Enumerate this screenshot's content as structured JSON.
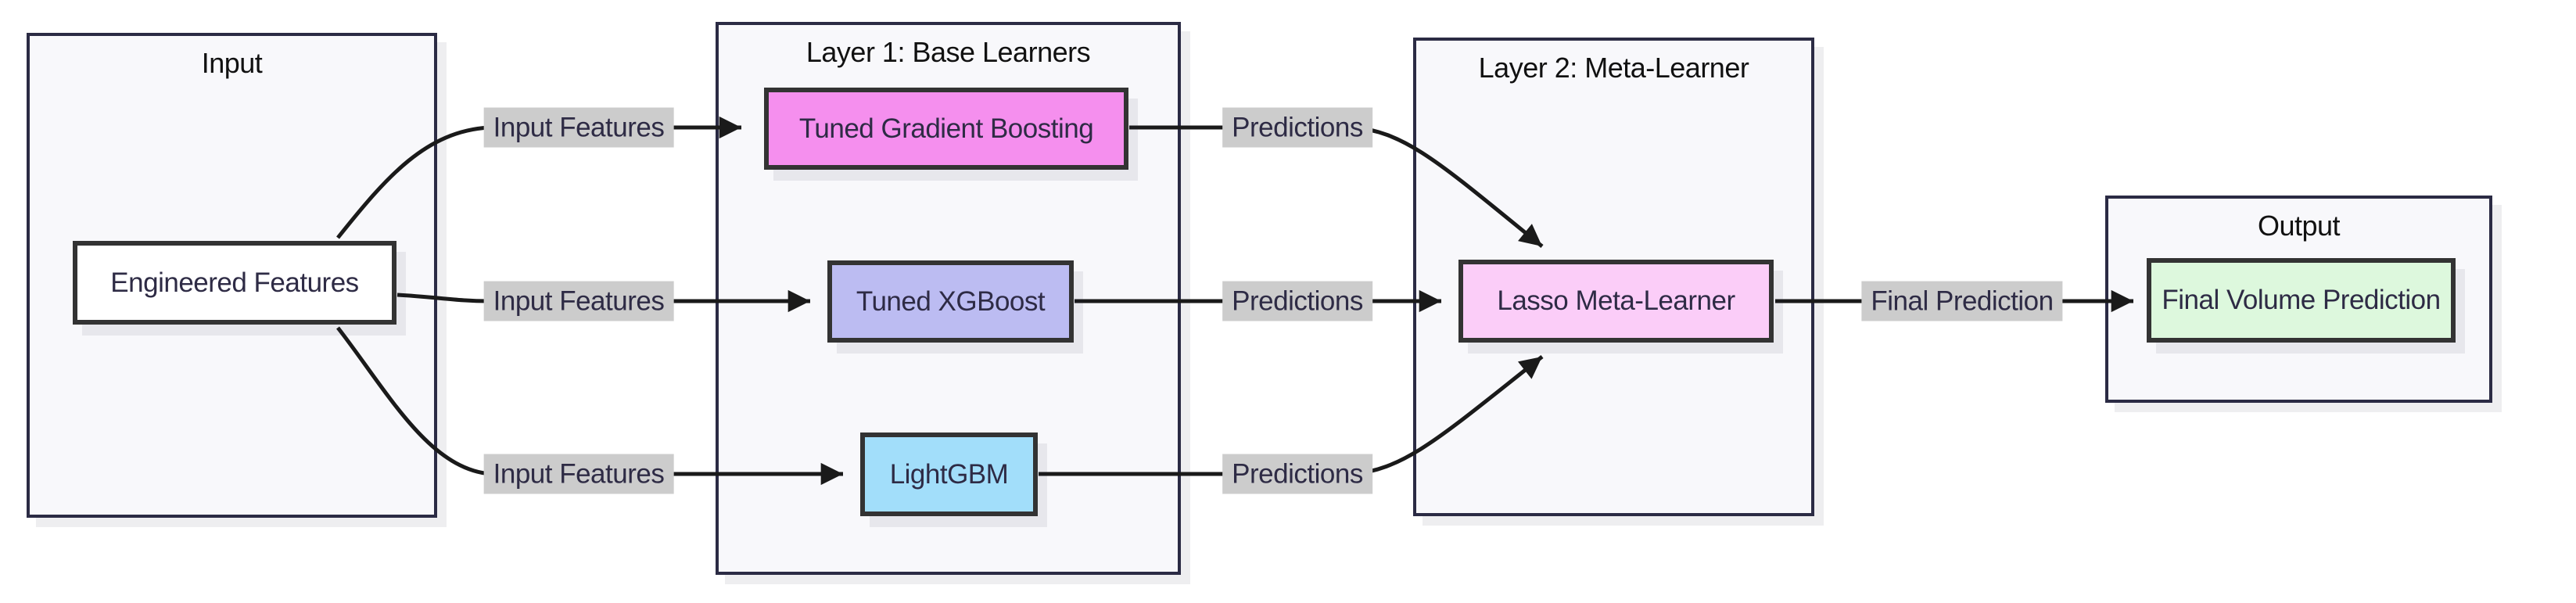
{
  "diagram": {
    "type": "flowchart-LR",
    "colors": {
      "page_bg": "#ffffff",
      "edge": "#1a1a1a",
      "edge_label_bg": "#cccccc",
      "node_border": "#333333",
      "node_text": "#2e2b45",
      "cluster_border": "#2b2b44",
      "cluster_fill": "#f8f8fb",
      "cluster_title_text": "#111111"
    },
    "clusters": {
      "input": {
        "title": "Input"
      },
      "layer1": {
        "title": "Layer 1: Base Learners"
      },
      "layer2": {
        "title": "Layer 2: Meta-Learner"
      },
      "output": {
        "title": "Output"
      }
    },
    "nodes": {
      "engineered_features": {
        "label": "Engineered Features",
        "fill": "#ffffff"
      },
      "tuned_gradient_boosting": {
        "label": "Tuned Gradient Boosting",
        "fill": "#f58fee"
      },
      "tuned_xgboost": {
        "label": "Tuned XGBoost",
        "fill": "#bcbcf2"
      },
      "lightgbm": {
        "label": "LightGBM",
        "fill": "#a2defa"
      },
      "lasso_meta_learner": {
        "label": "Lasso Meta-Learner",
        "fill": "#fbcdf8"
      },
      "final_volume_prediction": {
        "label": "Final Volume Prediction",
        "fill": "#ddf8dd"
      }
    },
    "edge_labels": {
      "input_features": "Input Features",
      "predictions": "Predictions",
      "final_prediction": "Final Prediction"
    },
    "edges": [
      {
        "from": "engineered_features",
        "to": "tuned_gradient_boosting",
        "label": "Input Features"
      },
      {
        "from": "engineered_features",
        "to": "tuned_xgboost",
        "label": "Input Features"
      },
      {
        "from": "engineered_features",
        "to": "lightgbm",
        "label": "Input Features"
      },
      {
        "from": "tuned_gradient_boosting",
        "to": "lasso_meta_learner",
        "label": "Predictions"
      },
      {
        "from": "tuned_xgboost",
        "to": "lasso_meta_learner",
        "label": "Predictions"
      },
      {
        "from": "lightgbm",
        "to": "lasso_meta_learner",
        "label": "Predictions"
      },
      {
        "from": "lasso_meta_learner",
        "to": "final_volume_prediction",
        "label": "Final Prediction"
      }
    ]
  }
}
